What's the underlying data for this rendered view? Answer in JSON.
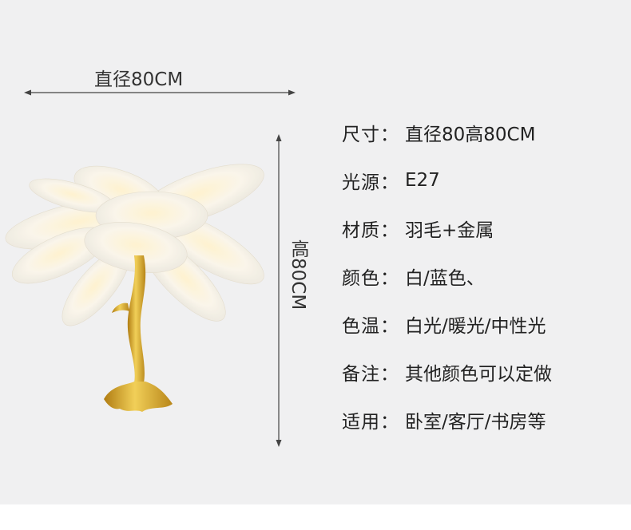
{
  "dimensions": {
    "width_label": "直径80CM",
    "height_label": "高80CM"
  },
  "specs": [
    {
      "key": "尺寸",
      "value": "直径80高80CM"
    },
    {
      "key": "光源",
      "value": "E27"
    },
    {
      "key": "材质",
      "value": "羽毛+金属"
    },
    {
      "key": "颜色",
      "value": "白/蓝色、"
    },
    {
      "key": "色温",
      "value": "白光/暖光/中性光"
    },
    {
      "key": "备注",
      "value": "其他颜色可以定做"
    },
    {
      "key": "适用",
      "value": "卧室/客厅/书房等"
    }
  ],
  "separator": "：",
  "colors": {
    "panel_bg": "#f0f0f1",
    "text": "#222222",
    "gold": "#d4a62a",
    "feather": "#fbf8f1"
  },
  "icons": {
    "width_arrow": "double-arrow-horizontal",
    "height_arrow": "double-arrow-vertical"
  }
}
